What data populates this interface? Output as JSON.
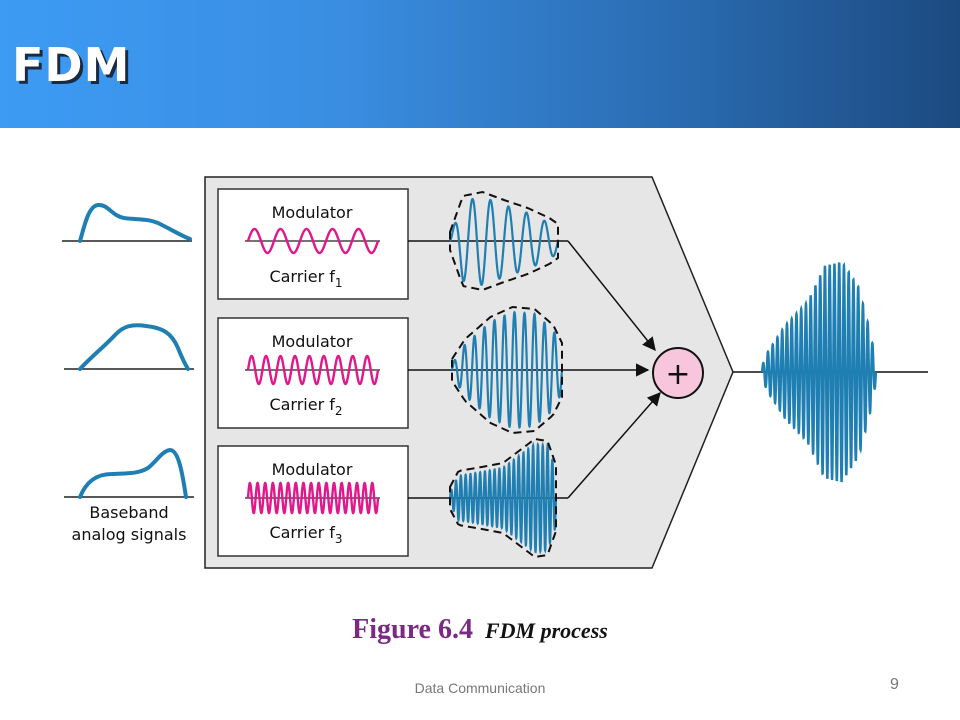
{
  "slide": {
    "title": "FDM"
  },
  "diagram": {
    "modulators": [
      {
        "label": "Modulator",
        "carrier": "Carrier f",
        "sub": "1"
      },
      {
        "label": "Modulator",
        "carrier": "Carrier f",
        "sub": "2"
      },
      {
        "label": "Modulator",
        "carrier": "Carrier f",
        "sub": "3"
      }
    ],
    "baseband_label_line1": "Baseband",
    "baseband_label_line2": "analog signals",
    "adder_symbol": "+",
    "colors": {
      "carrier": "#e0188c",
      "signal": "#1f7fb3",
      "panel": "#e6e6e6",
      "adder": "#f7c6dd"
    }
  },
  "caption": {
    "figure": "Figure 6.4",
    "description": "FDM process"
  },
  "footer": {
    "text": "Data Communication",
    "page": "9"
  }
}
